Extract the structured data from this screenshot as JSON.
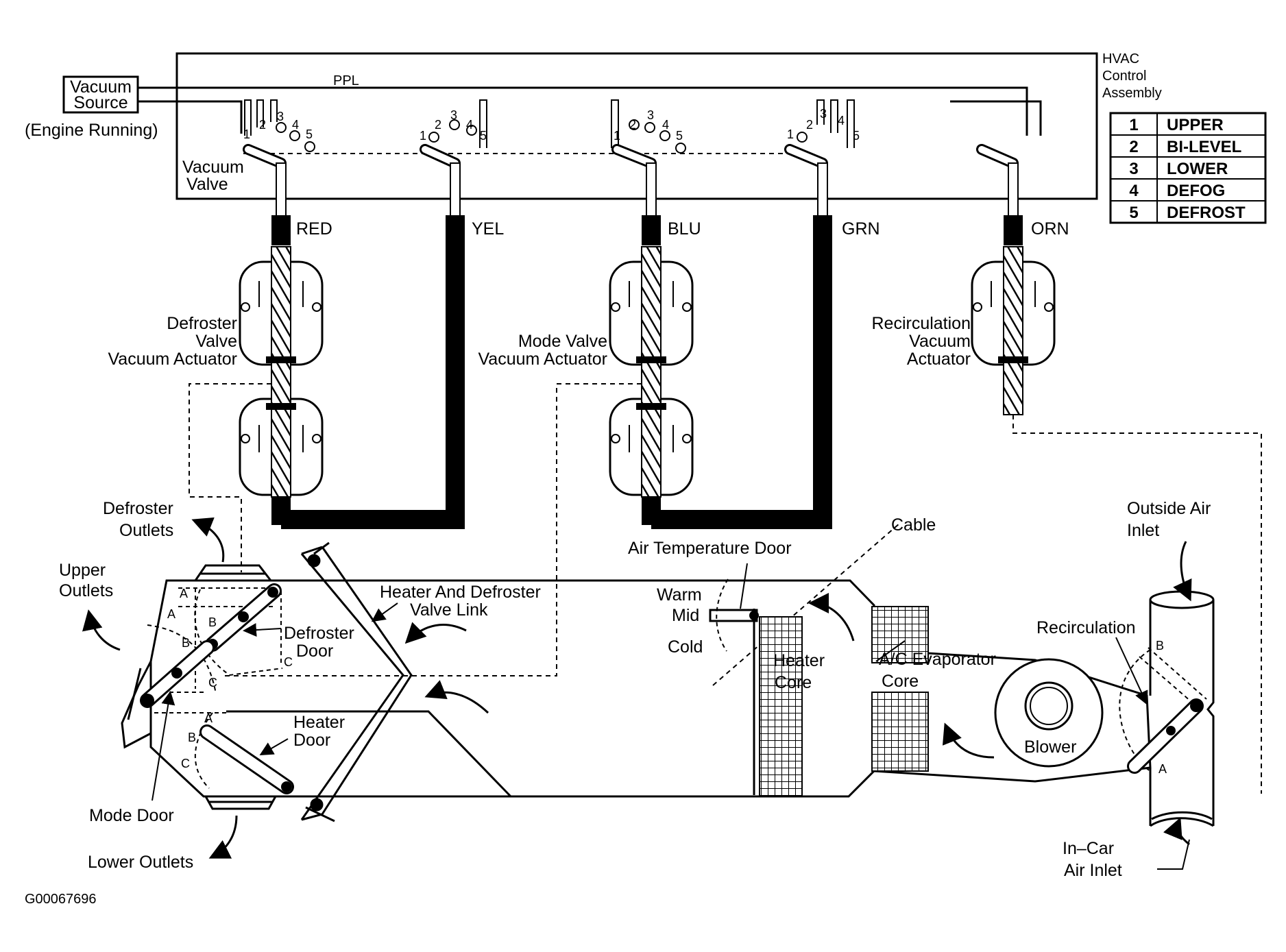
{
  "vacuum_source": {
    "line1": "Vacuum",
    "line2": "Source",
    "note": "(Engine Running)"
  },
  "ppl_label": "PPL",
  "hvac_label": [
    "HVAC",
    "Control",
    "Assembly"
  ],
  "vacuum_valve_label": [
    "Vacuum",
    "Valve"
  ],
  "port_numbers": [
    "1",
    "2",
    "3",
    "4",
    "5"
  ],
  "legend": [
    {
      "num": "1",
      "name": "UPPER"
    },
    {
      "num": "2",
      "name": "BI-LEVEL"
    },
    {
      "num": "3",
      "name": "LOWER"
    },
    {
      "num": "4",
      "name": "DEFOG"
    },
    {
      "num": "5",
      "name": "DEFROST"
    }
  ],
  "hose_colors": {
    "red": "RED",
    "yel": "YEL",
    "blu": "BLU",
    "grn": "GRN",
    "orn": "ORN"
  },
  "actuators": {
    "defroster": [
      "Defroster",
      "Valve",
      "Vacuum Actuator"
    ],
    "mode": [
      "Mode Valve",
      "Vacuum Actuator"
    ],
    "recirculation": [
      "Recirculation",
      "Vacuum",
      "Actuator"
    ]
  },
  "labels": {
    "defroster_outlets": [
      "Defroster",
      "Outlets"
    ],
    "upper_outlets": [
      "Upper",
      "Outlets"
    ],
    "defroster_door": [
      "Defroster",
      "Door"
    ],
    "heater_defroster_link": [
      "Heater And Defroster",
      "Valve Link"
    ],
    "heater_door": [
      "Heater",
      "Door"
    ],
    "mode_door": "Mode Door",
    "lower_outlets": "Lower Outlets",
    "air_temperature_door": "Air Temperature Door",
    "cable": "Cable",
    "warm": "Warm",
    "mid": "Mid",
    "cold": "Cold",
    "heater_core": [
      "Heater",
      "Core"
    ],
    "ac_evaporator_core": [
      "A/C Evaporator",
      "Core"
    ],
    "blower": "Blower",
    "recirculation": "Recirculation",
    "outside_air_inlet": [
      "Outside Air",
      "Inlet"
    ],
    "in_car_air_inlet": [
      "In–Car",
      "Air Inlet"
    ],
    "door_pos_a": "A",
    "door_pos_b": "B",
    "door_pos_c": "C"
  },
  "figure_id": "G00067696"
}
